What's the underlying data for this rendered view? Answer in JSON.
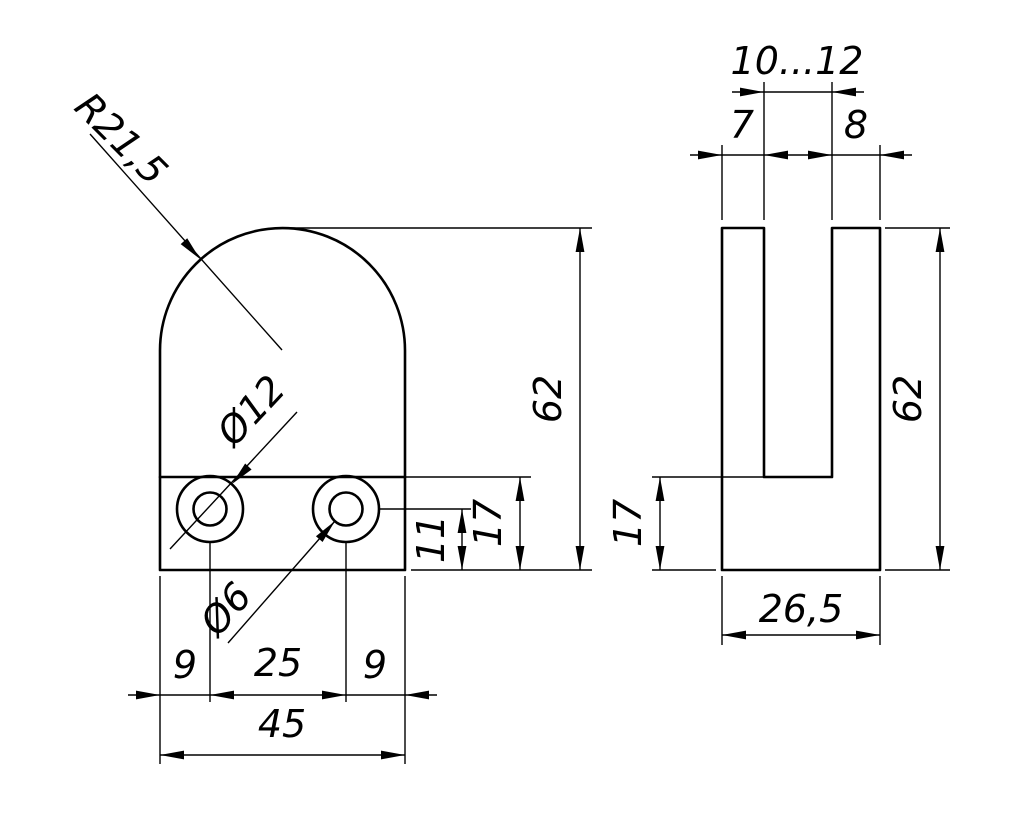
{
  "drawing": {
    "colors": {
      "line": "#000000",
      "background": "#ffffff"
    },
    "front_view": {
      "labels": {
        "radius": "R21,5",
        "hole_outer_dia": "Ø12",
        "hole_inner_dia": "Ø6",
        "overall_height": "62",
        "seat_height": "17",
        "hole_center_height": "11",
        "edge_to_hole_left": "9",
        "hole_spacing": "25",
        "edge_to_hole_right": "9",
        "overall_width": "45"
      }
    },
    "side_view": {
      "labels": {
        "slot_width": "10...12",
        "front_wall_thickness": "7",
        "back_wall_thickness": "8",
        "overall_height": "62",
        "base_height": "17",
        "overall_depth": "26,5"
      }
    }
  }
}
